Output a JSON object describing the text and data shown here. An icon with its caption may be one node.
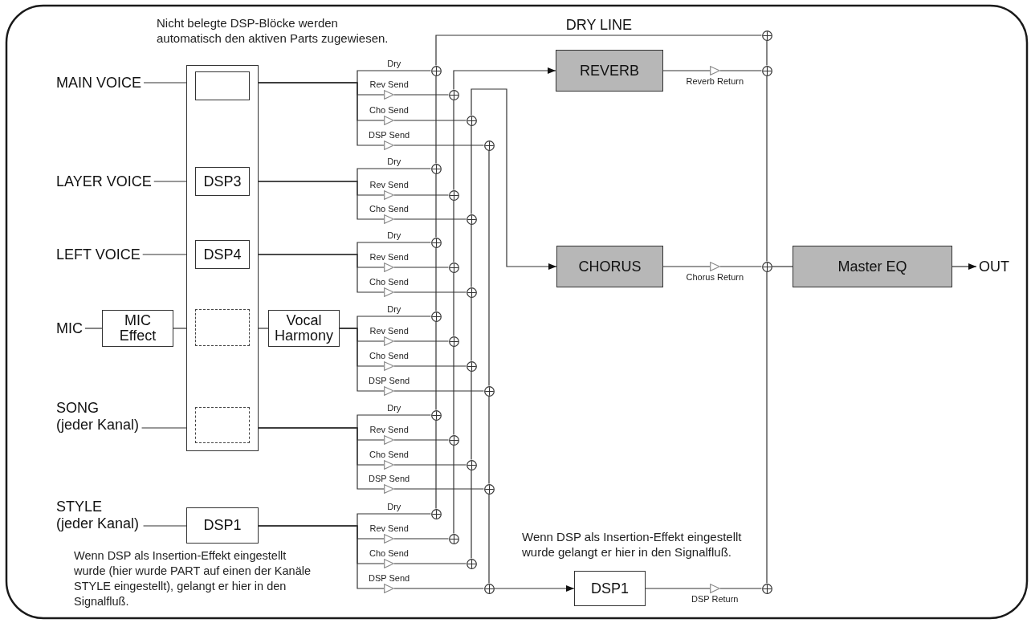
{
  "diagram": {
    "nodes": [
      {
        "text": [
          "MAIN VOICE"
        ]
      },
      {
        "text": [],
        "shape": "box"
      },
      {
        "text": [],
        "shape": "box",
        "in": 1
      },
      {
        "text": [
          "DSP3"
        ],
        "in": 1
      },
      {
        "text": [
          "DSP4"
        ],
        "in": 1
      },
      {
        "text": [],
        "shape": "box",
        "in": 1
      },
      {
        "text": [],
        "shape": "box",
        "in": 1
      },
      {
        "text": [
          "LAYER VOICE"
        ]
      },
      {
        "text": [
          "LEFT VOICE"
        ]
      },
      {
        "text": [
          "MIC"
        ]
      },
      {
        "text": [
          "MIC Effect"
        ]
      },
      {
        "text": [
          "Vocal Harmony"
        ]
      },
      {
        "text": [
          "SONG (jeder Kanal)"
        ]
      },
      {
        "text": [
          "STYLE (jeder Kanal)"
        ]
      },
      {
        "text": [
          "DSP1"
        ]
      },
      {
        "text": [
          "REVERB"
        ]
      },
      {
        "text": [
          "CHORUS"
        ]
      },
      {
        "text": [
          "DSP1"
        ]
      },
      {
        "text": [
          "Master EQ"
        ]
      },
      {
        "text": [
          "OUT"
        ]
      },
      {
        "text": [],
        "shape": "circle"
      },
      {
        "text": [],
        "shape": "circle"
      },
      {
        "text": [],
        "shape": "circle"
      },
      {
        "text": [],
        "shape": "circle"
      },
      {
        "text": [],
        "shape": "circle"
      },
      {
        "text": [],
        "shape": "circle"
      },
      {
        "text": [],
        "shape": "circle"
      },
      {
        "text": [],
        "shape": "circle"
      },
      {
        "text": [],
        "shape": "circle"
      },
      {
        "text": [],
        "shape": "circle"
      },
      {
        "text": [],
        "shape": "circle"
      },
      {
        "text": [],
        "shape": "circle"
      },
      {
        "text": [],
        "shape": "circle"
      },
      {
        "text": [],
        "shape": "circle"
      },
      {
        "text": [],
        "shape": "circle"
      },
      {
        "text": [],
        "shape": "circle"
      },
      {
        "text": [],
        "shape": "circle"
      },
      {
        "text": [],
        "shape": "circle"
      },
      {
        "text": [],
        "shape": "circle"
      },
      {
        "text": [],
        "shape": "circle"
      },
      {
        "text": [],
        "shape": "circle"
      },
      {
        "text": [],
        "shape": "circle"
      },
      {
        "text": [],
        "shape": "circle"
      },
      {
        "text": [],
        "shape": "circle"
      },
      {
        "text": [],
        "shape": "circle"
      },
      {
        "text": [],
        "shape": "circle"
      },
      {
        "text": [],
        "shape": "triangle"
      },
      {
        "text": [],
        "shape": "triangle"
      },
      {
        "text": [],
        "shape": "triangle"
      },
      {
        "text": [],
        "shape": "triangle"
      },
      {
        "text": [],
        "shape": "triangle"
      },
      {
        "text": [],
        "shape": "triangle"
      },
      {
        "text": [],
        "shape": "triangle"
      },
      {
        "text": [],
        "shape": "triangle"
      },
      {
        "text": [],
        "shape": "triangle"
      },
      {
        "text": [],
        "shape": "triangle"
      },
      {
        "text": [],
        "shape": "triangle"
      },
      {
        "text": [],
        "shape": "triangle"
      },
      {
        "text": [],
        "shape": "triangle"
      },
      {
        "text": [],
        "shape": "triangle"
      },
      {
        "text": [],
        "shape": "triangle"
      },
      {
        "text": [],
        "shape": "triangle"
      },
      {
        "text": [],
        "shape": "triangle"
      },
      {
        "text": [],
        "shape": "triangle"
      },
      {
        "text": [],
        "shape": "triangle"
      }
    ],
    "edges": [
      {
        "from": 0,
        "to": 1,
        "arrow": "none"
      },
      {
        "from": 7,
        "to": 1,
        "arrow": "none"
      },
      {
        "from": 8,
        "to": 1,
        "arrow": "none"
      },
      {
        "from": 9,
        "to": 10,
        "arrow": "none"
      },
      {
        "from": 10,
        "to": 1,
        "arrow": "none"
      },
      {
        "from": 1,
        "to": 11,
        "arrow": "none"
      },
      {
        "from": 12,
        "to": 1,
        "arrow": "none"
      },
      {
        "from": 13,
        "to": 14,
        "arrow": "none"
      },
      {
        "from": 1,
        "to": 20,
        "arrow": "none",
        "label": "Dry"
      },
      {
        "from": 1,
        "to": 46,
        "arrow": "none",
        "label": "Rev Send"
      },
      {
        "from": 46,
        "to": 21,
        "arrow": "none"
      },
      {
        "from": 1,
        "to": 47,
        "arrow": "none",
        "label": "Cho Send"
      },
      {
        "from": 47,
        "to": 22,
        "arrow": "none"
      },
      {
        "from": 1,
        "to": 48,
        "arrow": "none",
        "label": "DSP Send"
      },
      {
        "from": 48,
        "to": 23,
        "arrow": "none"
      },
      {
        "from": 1,
        "to": 24,
        "arrow": "none",
        "label": "Dry"
      },
      {
        "from": 1,
        "to": 49,
        "arrow": "none",
        "label": "Rev Send"
      },
      {
        "from": 49,
        "to": 25,
        "arrow": "none"
      },
      {
        "from": 1,
        "to": 50,
        "arrow": "none",
        "label": "Cho Send"
      },
      {
        "from": 50,
        "to": 26,
        "arrow": "none"
      },
      {
        "from": 1,
        "to": 27,
        "arrow": "none",
        "label": "Dry"
      },
      {
        "from": 1,
        "to": 51,
        "arrow": "none",
        "label": "Rev Send"
      },
      {
        "from": 51,
        "to": 28,
        "arrow": "none"
      },
      {
        "from": 1,
        "to": 52,
        "arrow": "none",
        "label": "Cho Send"
      },
      {
        "from": 52,
        "to": 29,
        "arrow": "none"
      },
      {
        "from": 11,
        "to": 30,
        "arrow": "none",
        "label": "Dry"
      },
      {
        "from": 11,
        "to": 53,
        "arrow": "none",
        "label": "Rev Send"
      },
      {
        "from": 53,
        "to": 31,
        "arrow": "none"
      },
      {
        "from": 11,
        "to": 54,
        "arrow": "none",
        "label": "Cho Send"
      },
      {
        "from": 54,
        "to": 32,
        "arrow": "none"
      },
      {
        "from": 11,
        "to": 55,
        "arrow": "none",
        "label": "DSP Send"
      },
      {
        "from": 55,
        "to": 33,
        "arrow": "none"
      },
      {
        "from": 1,
        "to": 34,
        "arrow": "none",
        "label": "Dry"
      },
      {
        "from": 1,
        "to": 56,
        "arrow": "none",
        "label": "Rev Send"
      },
      {
        "from": 56,
        "to": 35,
        "arrow": "none"
      },
      {
        "from": 1,
        "to": 57,
        "arrow": "none",
        "label": "Cho Send"
      },
      {
        "from": 57,
        "to": 36,
        "arrow": "none"
      },
      {
        "from": 1,
        "to": 58,
        "arrow": "none",
        "label": "DSP Send"
      },
      {
        "from": 58,
        "to": 37,
        "arrow": "none"
      },
      {
        "from": 14,
        "to": 38,
        "arrow": "none",
        "label": "Dry"
      },
      {
        "from": 14,
        "to": 59,
        "arrow": "none",
        "label": "Rev Send"
      },
      {
        "from": 59,
        "to": 39,
        "arrow": "none"
      },
      {
        "from": 14,
        "to": 60,
        "arrow": "none",
        "label": "Cho Send"
      },
      {
        "from": 60,
        "to": 40,
        "arrow": "none"
      },
      {
        "from": 14,
        "to": 61,
        "arrow": "none",
        "label": "DSP Send"
      },
      {
        "from": 61,
        "to": 41,
        "arrow": "none"
      },
      {
        "from": 38,
        "to": 34,
        "arrow": "none"
      },
      {
        "from": 34,
        "to": 30,
        "arrow": "none"
      },
      {
        "from": 30,
        "to": 27,
        "arrow": "none"
      },
      {
        "from": 27,
        "to": 24,
        "arrow": "none"
      },
      {
        "from": 24,
        "to": 20,
        "arrow": "none"
      },
      {
        "from": 20,
        "to": 42,
        "arrow": "none",
        "label": "DRY LINE"
      },
      {
        "from": 39,
        "to": 35,
        "arrow": "none"
      },
      {
        "from": 35,
        "to": 31,
        "arrow": "none"
      },
      {
        "from": 31,
        "to": 28,
        "arrow": "none"
      },
      {
        "from": 28,
        "to": 25,
        "arrow": "none"
      },
      {
        "from": 25,
        "to": 21,
        "arrow": "none"
      },
      {
        "from": 21,
        "to": 15,
        "arrow": "to"
      },
      {
        "from": 40,
        "to": 36,
        "arrow": "none"
      },
      {
        "from": 36,
        "to": 32,
        "arrow": "none"
      },
      {
        "from": 32,
        "to": 29,
        "arrow": "none"
      },
      {
        "from": 29,
        "to": 26,
        "arrow": "none"
      },
      {
        "from": 26,
        "to": 22,
        "arrow": "none"
      },
      {
        "from": 22,
        "to": 16,
        "arrow": "to"
      },
      {
        "from": 23,
        "to": 33,
        "arrow": "none"
      },
      {
        "from": 33,
        "to": 37,
        "arrow": "none"
      },
      {
        "from": 37,
        "to": 41,
        "arrow": "none"
      },
      {
        "from": 41,
        "to": 17,
        "arrow": "to"
      },
      {
        "from": 15,
        "to": 62,
        "arrow": "none",
        "label": "Reverb Return"
      },
      {
        "from": 62,
        "to": 43,
        "arrow": "none"
      },
      {
        "from": 16,
        "to": 63,
        "arrow": "none",
        "label": "Chorus Return"
      },
      {
        "from": 63,
        "to": 44,
        "arrow": "none"
      },
      {
        "from": 17,
        "to": 64,
        "arrow": "none",
        "label": "DSP Return"
      },
      {
        "from": 64,
        "to": 45,
        "arrow": "none"
      },
      {
        "from": 42,
        "to": 43,
        "arrow": "none"
      },
      {
        "from": 43,
        "to": 44,
        "arrow": "none"
      },
      {
        "from": 45,
        "to": 44,
        "arrow": "none"
      },
      {
        "from": 44,
        "to": 18,
        "arrow": "none"
      },
      {
        "from": 18,
        "to": 19,
        "arrow": "to"
      }
    ],
    "labels": [
      "Nicht belegte DSP-Blöcke werden automatisch den aktiven Parts zugewiesen.",
      "Wenn DSP als Insertion-Effekt eingestellt wurde (hier wurde PART auf einen der Kanäle STYLE eingestellt), gelangt er hier in den Signalfluß.",
      "Wenn DSP als Insertion-Effekt eingestellt wurde gelangt er hier in den Signalfluß."
    ]
  }
}
